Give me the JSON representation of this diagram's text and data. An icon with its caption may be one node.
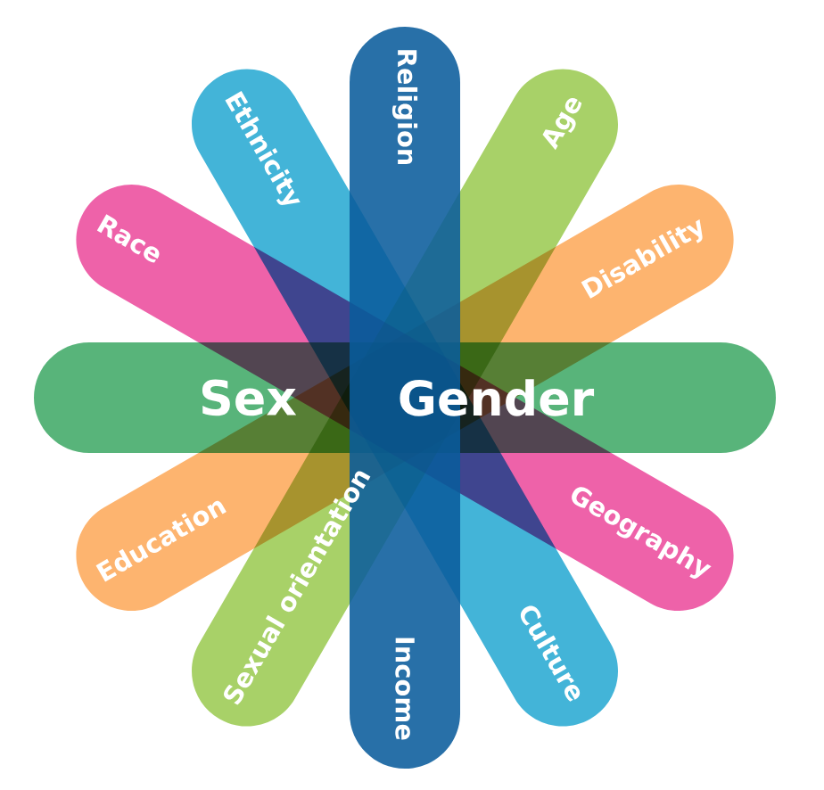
{
  "diagram": {
    "nodes": [
      {
        "text": [
          "Religion",
          "Income"
        ]
      },
      {
        "text": [
          "Ethnicity",
          "Culture"
        ]
      },
      {
        "text": [
          "Age",
          "Sexual orientation"
        ]
      },
      {
        "text": [
          "Race",
          "Geography"
        ]
      },
      {
        "text": [
          "Disability",
          "Education"
        ]
      },
      {
        "text": [
          "Sex",
          "Gender"
        ]
      }
    ]
  }
}
